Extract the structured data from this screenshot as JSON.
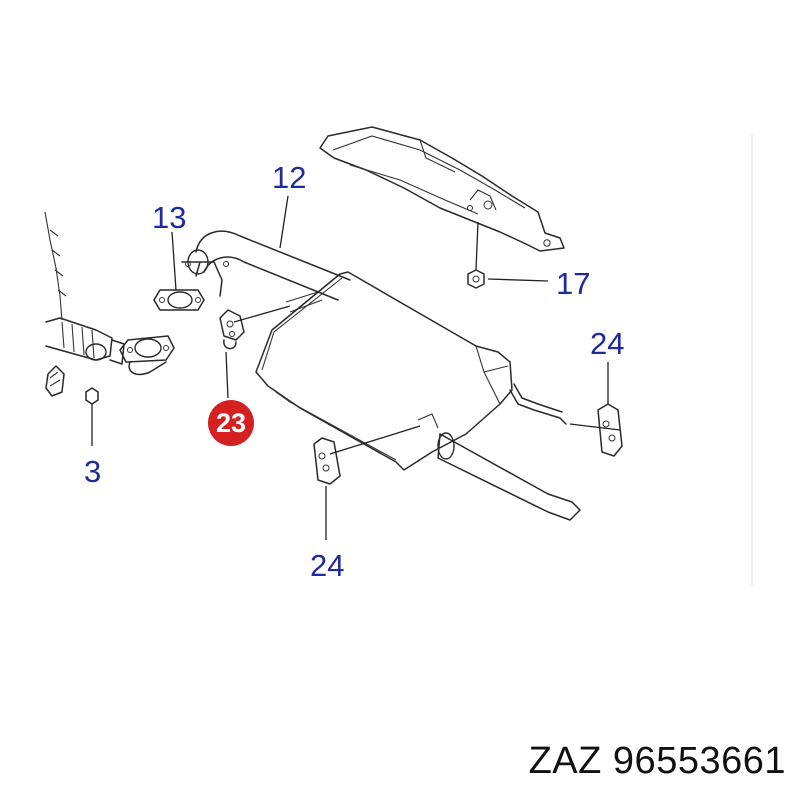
{
  "diagram": {
    "callouts": [
      {
        "id": "label-12",
        "text": "12"
      },
      {
        "id": "label-13",
        "text": "13"
      },
      {
        "id": "label-17",
        "text": "17"
      },
      {
        "id": "label-24-right",
        "text": "24"
      },
      {
        "id": "label-3",
        "text": "3"
      },
      {
        "id": "label-24-bottom",
        "text": "24"
      }
    ],
    "highlighted_callout": {
      "text": "23",
      "color": "#d42020"
    },
    "label_color": "#1f2a9c"
  },
  "caption": {
    "text": "ZAZ 96553661"
  }
}
